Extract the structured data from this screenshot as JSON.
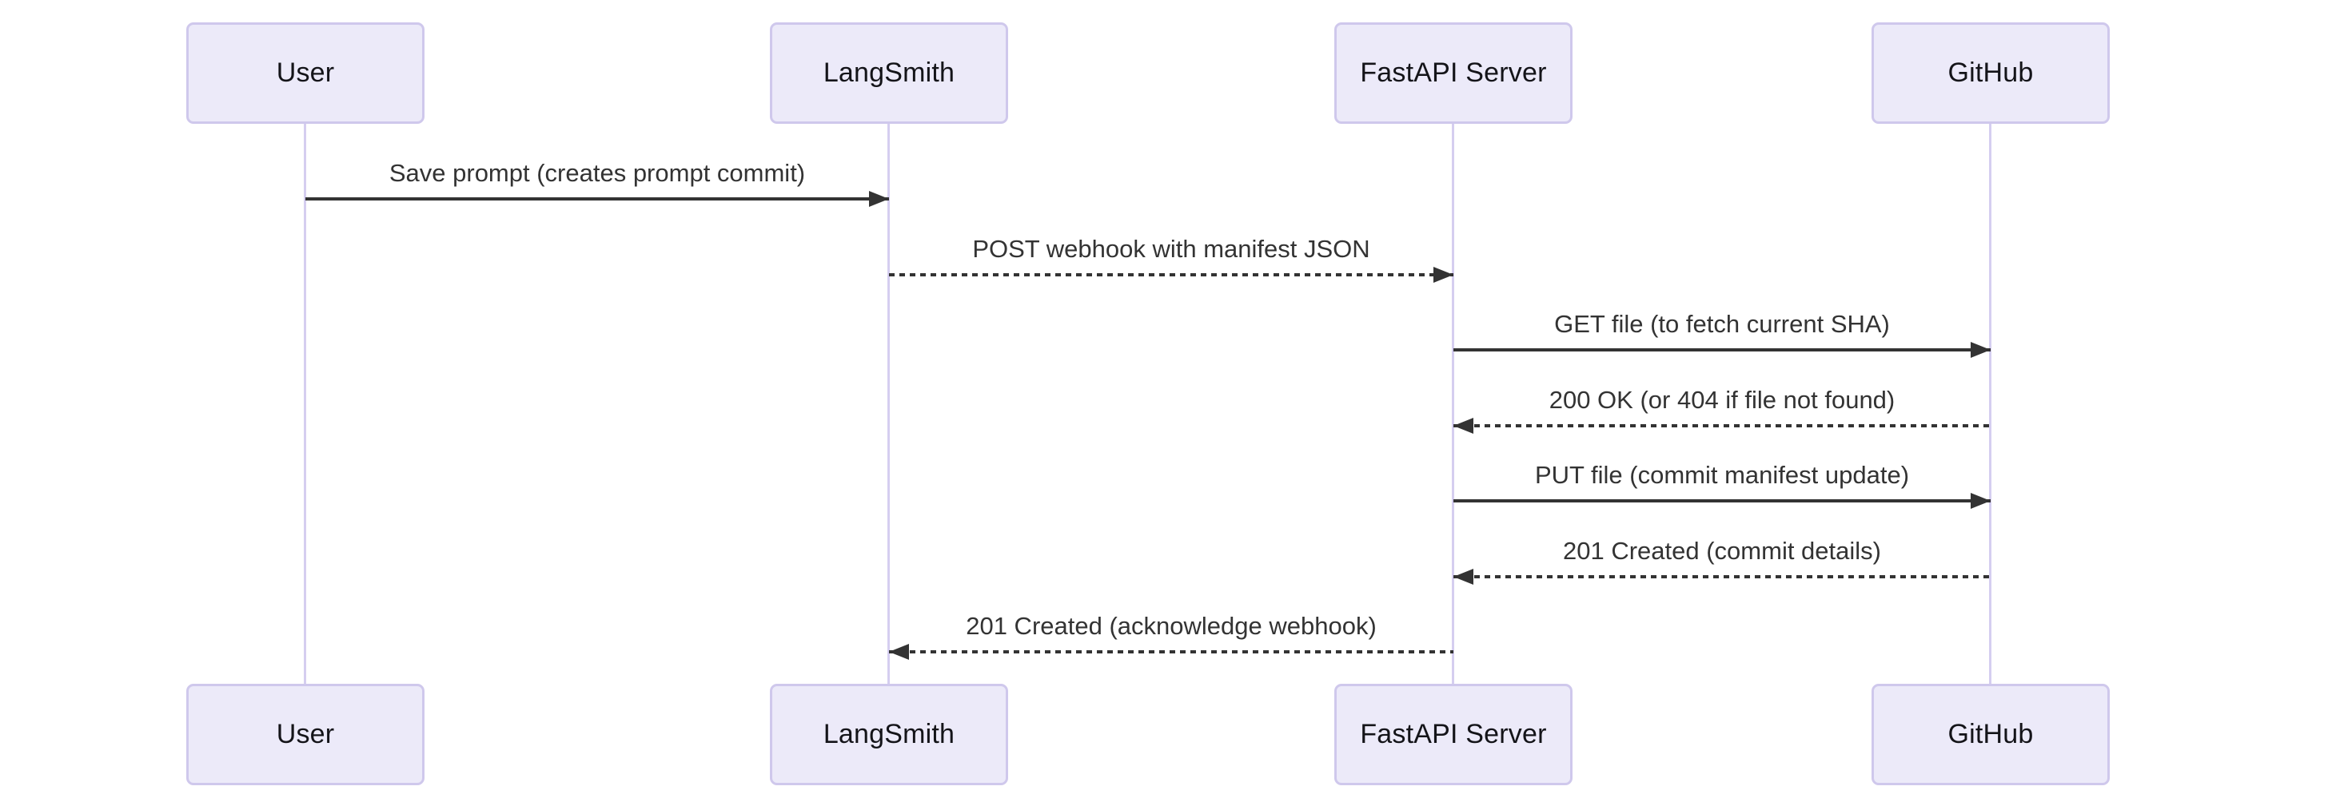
{
  "diagram": {
    "type": "sequence-diagram",
    "actors": [
      {
        "id": "user",
        "label": "User"
      },
      {
        "id": "langsmith",
        "label": "LangSmith"
      },
      {
        "id": "fastapi",
        "label": "FastAPI Server"
      },
      {
        "id": "github",
        "label": "GitHub"
      }
    ],
    "messages": [
      {
        "from": "User",
        "to": "LangSmith",
        "label": "Save prompt (creates prompt commit)",
        "line": "solid",
        "direction": "right"
      },
      {
        "from": "LangSmith",
        "to": "FastAPI Server",
        "label": "POST webhook with manifest JSON",
        "line": "dashed",
        "direction": "right"
      },
      {
        "from": "FastAPI Server",
        "to": "GitHub",
        "label": "GET file (to fetch current SHA)",
        "line": "solid",
        "direction": "right"
      },
      {
        "from": "GitHub",
        "to": "FastAPI Server",
        "label": "200 OK (or 404 if file not found)",
        "line": "dashed",
        "direction": "left"
      },
      {
        "from": "FastAPI Server",
        "to": "GitHub",
        "label": "PUT file (commit manifest update)",
        "line": "solid",
        "direction": "right"
      },
      {
        "from": "GitHub",
        "to": "FastAPI Server",
        "label": "201 Created (commit details)",
        "line": "dashed",
        "direction": "left"
      },
      {
        "from": "FastAPI Server",
        "to": "LangSmith",
        "label": "201 Created (acknowledge webhook)",
        "line": "dashed",
        "direction": "left"
      }
    ],
    "colors": {
      "background": "#FFFFFF",
      "actor_fill": "#ECEAF9",
      "actor_border": "#CFC8EC",
      "lifeline": "#D5CEF0",
      "arrow": "#333333",
      "message_text": "#333333",
      "actor_text": "#141419"
    }
  }
}
